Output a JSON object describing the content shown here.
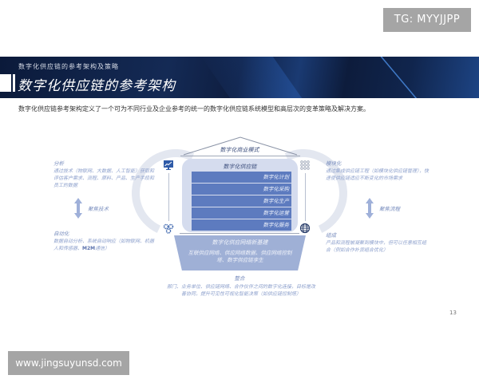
{
  "watermark_top": "TG: MYYJJPP",
  "watermark_bottom": "www.jingsuyunsd.com",
  "banner": {
    "subtitle": "数字化供应链的参考架构及策略",
    "title": "数字化供应链的参考架构"
  },
  "intro": "数字化供应链参考架构定义了一个可为不同行业及企业参考的统一的数字化供应链系统模型和高层次的变革策略及解决方案。",
  "diagram": {
    "roof": "数字化商业模式",
    "chain_title": "数字化供应链",
    "chain_rows": [
      "数字化计划",
      "数字化采购",
      "数字化生产",
      "数字化运营",
      "数字化服务"
    ],
    "foundation": {
      "title": "数字化供应网络新基建",
      "text": "互联供应网络、供应网络数据、供应网络控制塔、数字供应链孪生"
    },
    "left": {
      "analysis_label": "分析",
      "analysis_text": "通过技术（物联网、大数据、人工智能）获取和评估客户需求、流程、原料、产品、生产手段和员工的数据",
      "focus_label": "聚焦技术",
      "automation_label": "自动化",
      "automation_text_1": "数据自动分析、系统自动响应（如物联网、机器人和传感器、",
      "automation_text_bold": "M2M",
      "automation_text_2": "通信）"
    },
    "right": {
      "modular_label": "模块化",
      "modular_text": "通过集成供应链工程（如模块化供应链管理），快速使供应链适应不断变化的市场需求",
      "focus_label": "聚焦流程",
      "compose_label": "组成",
      "compose_text": "产品和流程被凝聚到模块中，但可以任意相互组合（例如合作补货组合优化）"
    },
    "integrate": {
      "label": "整合",
      "text": "部门、业务单位、供应链网络、合作伙伴之间的数字化连接，目标是改善协同，提升可见性可视化智能决策（如供应链控制塔）"
    },
    "icons": {
      "top_left": "monitor-chart-icon",
      "bottom_left": "gears-icon",
      "top_right": "grid-dots-icon",
      "bottom_right": "globe-icon"
    },
    "colors": {
      "row_fill": "#5d7bbf",
      "panel_fill": "#d5dcee",
      "foundation_fill": "#9fb0d6",
      "text_blue": "#8da0cc"
    }
  },
  "page_number": "13"
}
